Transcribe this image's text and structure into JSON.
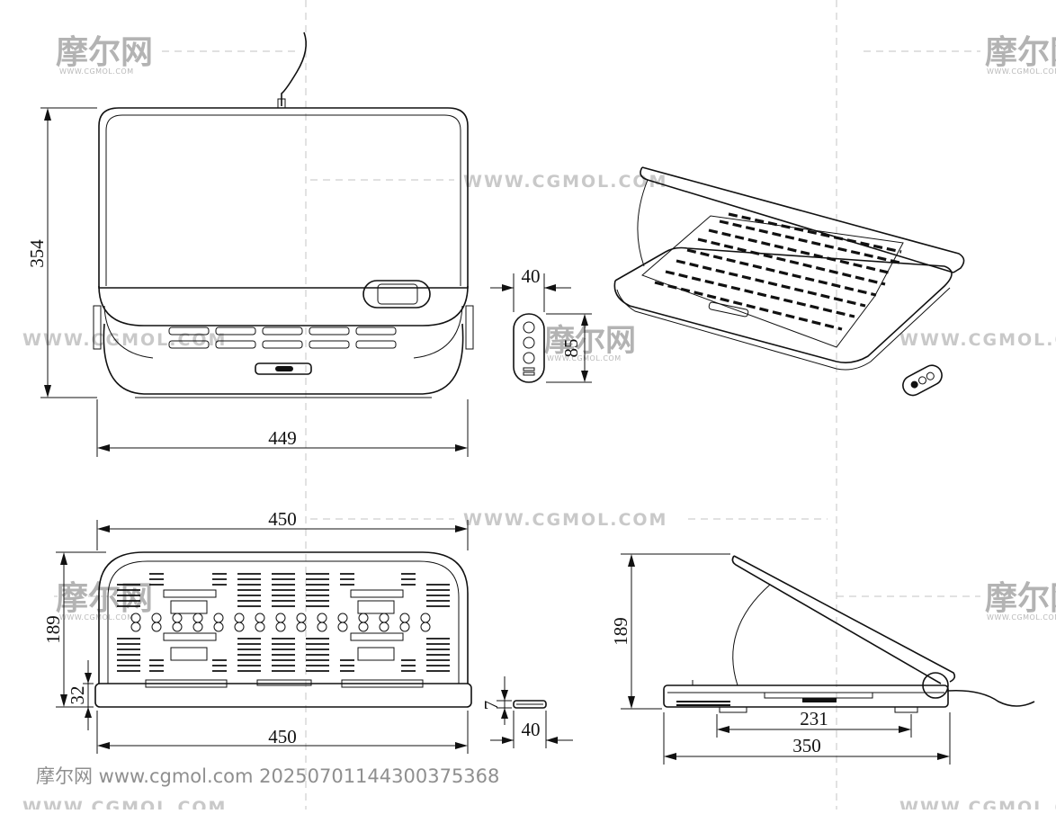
{
  "watermark": {
    "site": "WWW.CGMOL.COM",
    "logo": "摩尔网",
    "logo_sub": "WWW.CGMOL.COM"
  },
  "caption": "摩尔网 www.cgmol.com 20250701144300375368",
  "dimensions": {
    "top_height": "354",
    "top_width": "449",
    "remote_width": "40",
    "remote_height": "85",
    "front_width_top": "450",
    "front_height": "189",
    "front_base_height": "32",
    "front_width_bottom": "450",
    "remote_side_thickness": "7",
    "remote_side_width": "40",
    "side_height": "189",
    "side_inner_width": "231",
    "side_width": "350"
  }
}
